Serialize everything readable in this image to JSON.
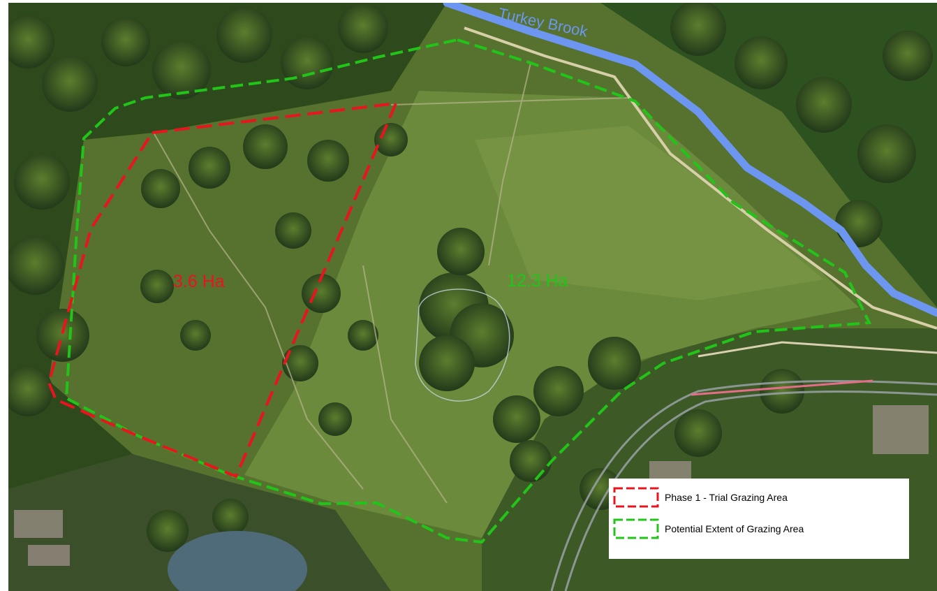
{
  "map": {
    "river": {
      "name": "Turkey Brook"
    },
    "areas": [
      {
        "id": "phase1",
        "label": "3.6 Ha"
      },
      {
        "id": "potential",
        "label": "12.3 Ha"
      }
    ]
  },
  "legend": {
    "items": [
      {
        "label": "Phase 1 - Trial Grazing Area",
        "color": "#e8141e"
      },
      {
        "label": "Potential Extent of Grazing Area",
        "color": "#22c41a"
      }
    ]
  },
  "colors": {
    "river": "#6d96f0",
    "phase1": "#e8141e",
    "potential": "#22c41a"
  }
}
